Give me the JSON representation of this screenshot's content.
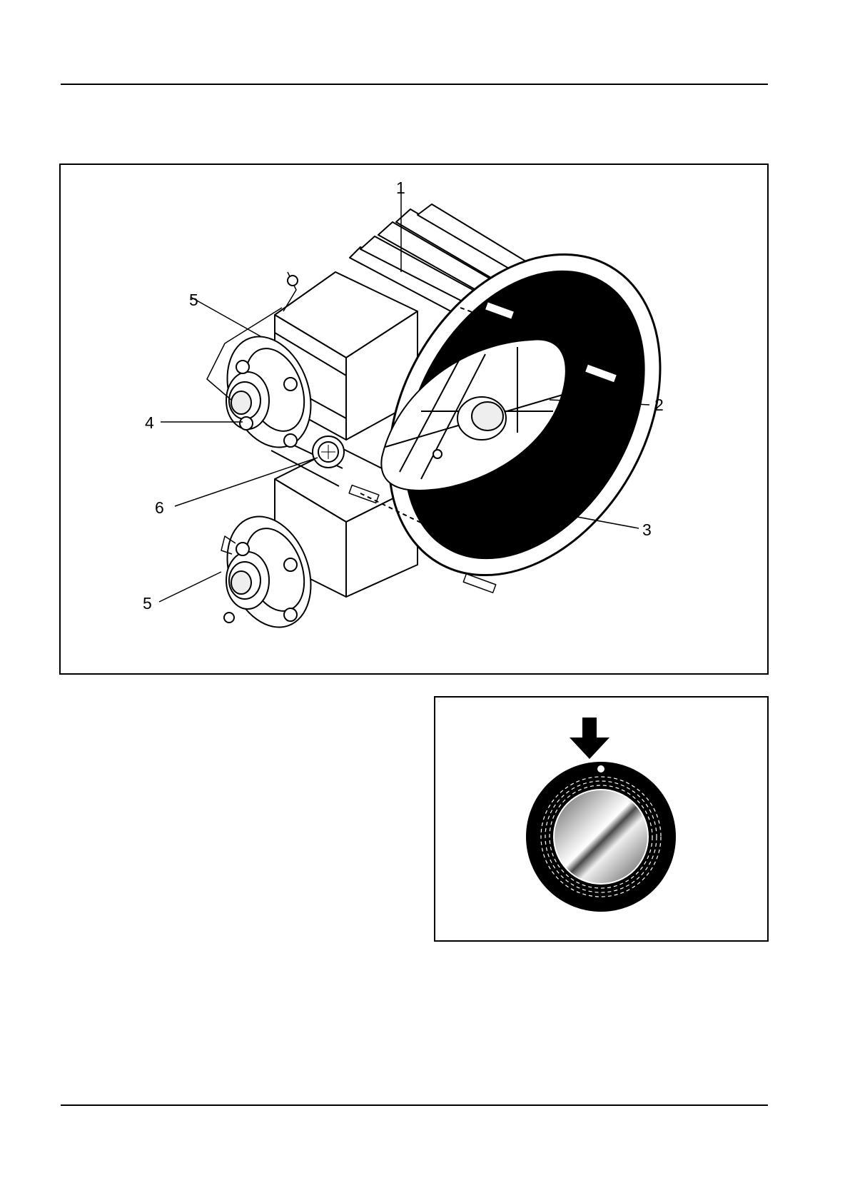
{
  "figure_main": {
    "callouts": [
      "1",
      "2",
      "3",
      "4",
      "5",
      "5",
      "6"
    ]
  },
  "colors": {
    "ink": "#000000",
    "paper": "#ffffff",
    "metal_light": "#f2f2f2",
    "metal_dark": "#5a5a5a"
  }
}
